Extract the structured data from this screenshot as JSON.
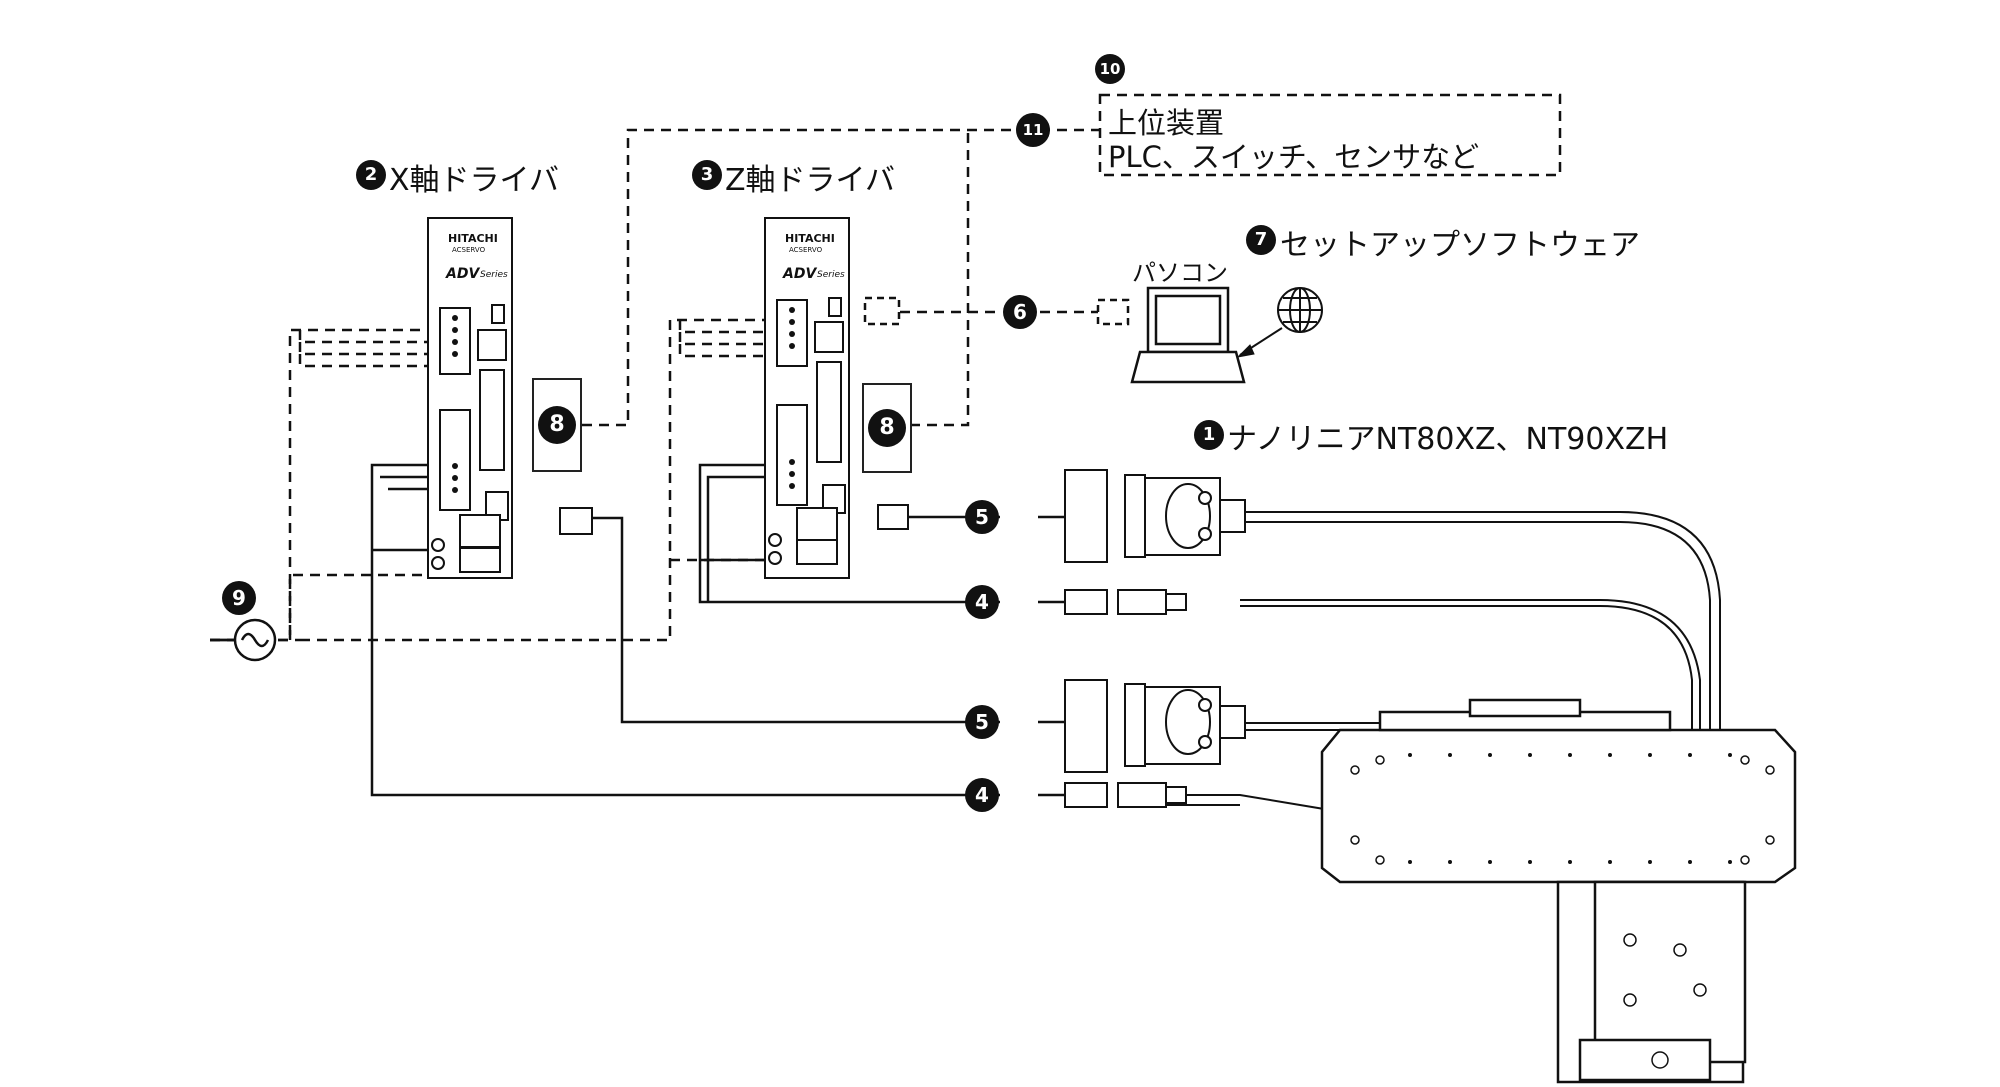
{
  "labels": {
    "x_driver": "X軸ドライバ",
    "z_driver": "Z軸ドライバ",
    "setup_software": "セットアップソフトウェア",
    "pc": "パソコン",
    "linear": "ナノリニアNT80XZ、NT90XZH",
    "host_line1": "上位装置",
    "host_line2": "PLC、スイッチ、センサなど"
  },
  "drivers": {
    "brand": "HITACHI",
    "sub": "ACSERVO",
    "model": "ADV",
    "series": "Series"
  },
  "badges": {
    "b1": "1",
    "b2": "2",
    "b3": "3",
    "b4": "4",
    "b5": "5",
    "b6": "6",
    "b7": "7",
    "b8": "8",
    "b9": "9",
    "b10": "10",
    "b11": "11"
  },
  "colors": {
    "line": "#111111",
    "badge": "#111111",
    "background": "#ffffff"
  }
}
